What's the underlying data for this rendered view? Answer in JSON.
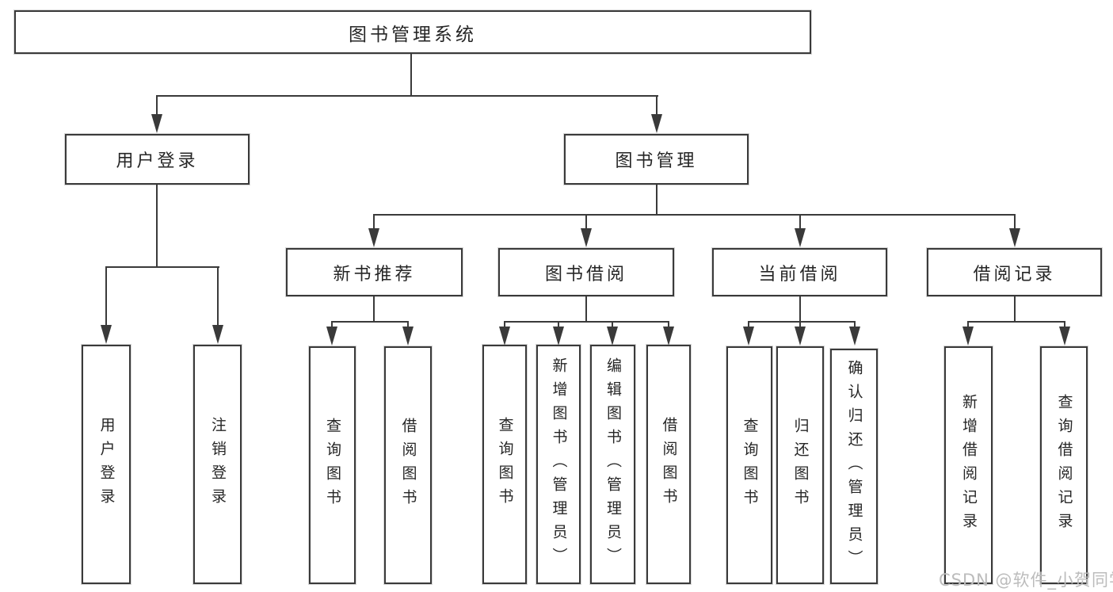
{
  "tree": {
    "label": "图书管理系统",
    "children": [
      {
        "label": "用户登录",
        "children": [
          {
            "label": "用户登录"
          },
          {
            "label": "注销登录"
          }
        ]
      },
      {
        "label": "图书管理",
        "children": [
          {
            "label": "新书推荐",
            "children": [
              {
                "label": "查询图书"
              },
              {
                "label": "借阅图书"
              }
            ]
          },
          {
            "label": "图书借阅",
            "children": [
              {
                "label": "查询图书"
              },
              {
                "label": "新增图书（管理员）"
              },
              {
                "label": "编辑图书（管理员）"
              },
              {
                "label": "借阅图书"
              }
            ]
          },
          {
            "label": "当前借阅",
            "children": [
              {
                "label": "查询图书"
              },
              {
                "label": "归还图书"
              },
              {
                "label": "确认归还（管理员）"
              }
            ]
          },
          {
            "label": "借阅记录",
            "children": [
              {
                "label": "新增借阅记录"
              },
              {
                "label": "查询借阅记录"
              }
            ]
          }
        ]
      }
    ]
  },
  "watermark": "CSDN @软件_小贺同学",
  "colors": {
    "line": "#3a3a3a",
    "text": "#262626",
    "watermark": "#bcbcbc",
    "background": "#ffffff"
  }
}
